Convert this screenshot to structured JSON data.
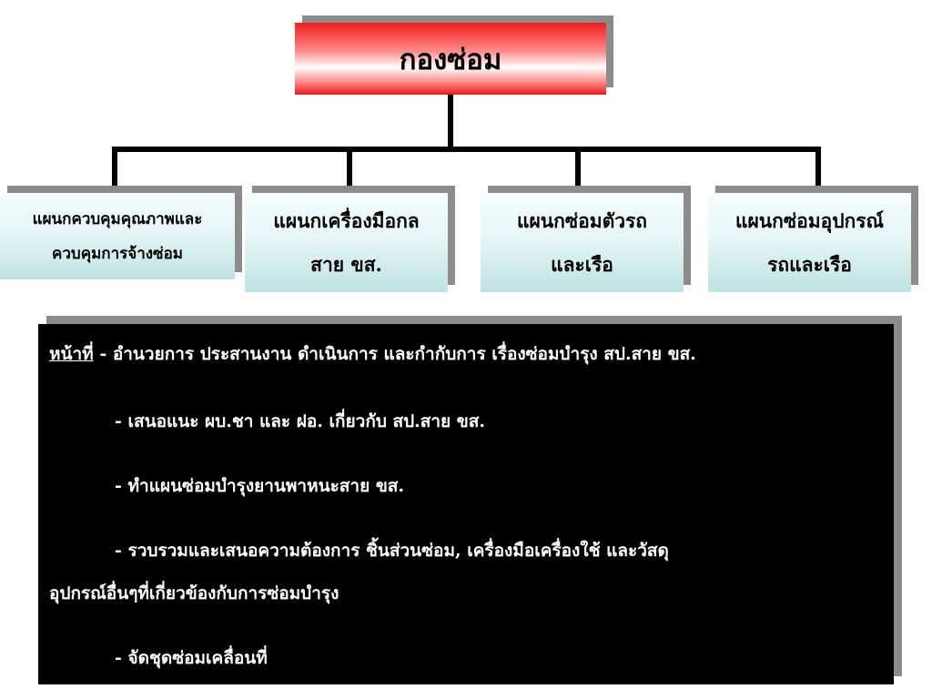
{
  "org_chart": {
    "root": {
      "label": "กองซ่อม"
    },
    "children": [
      {
        "line1": "แผนกควบคุมคุณภาพและ",
        "line2": "ควบคุมการจ้างซ่อม"
      },
      {
        "line1": "แผนกเครื่องมือกล",
        "line2": "สาย ขส."
      },
      {
        "line1": "แผนกซ่อมตัวรถ",
        "line2": "และเรือ"
      },
      {
        "line1": "แผนกซ่อมอุปกรณ์",
        "line2": "รถและเรือ"
      }
    ]
  },
  "duties": {
    "heading": "หน้าที่",
    "first_item": " - อำนวยการ ประสานงาน ดำเนินการ และกำกับการ เรื่องซ่อมบำรุง สป.สาย ขส.",
    "items": [
      "- เสนอแนะ ผบ.ชา และ ฝอ. เกี่ยวกับ สป.สาย ขส.",
      "- ทำแผนซ่อมบำรุงยานพาหนะสาย ขส.",
      "- รวบรวมและเสนอความต้องการ ชิ้นส่วนซ่อม, เครื่องมือเครื่องใช้ และวัสดุ",
      "- จัดชุดซ่อมเคลื่อนที่"
    ],
    "item_continuation": "อุปกรณ์อื่นๆที่เกี่ยวข้องกับการซ่อมบำรุง"
  },
  "colors": {
    "root_fill": "#f41e1e",
    "child_fill": "#bfe2e2",
    "shadow": "#8c8c8c",
    "panel": "#000000",
    "panel_text": "#ffffff"
  }
}
